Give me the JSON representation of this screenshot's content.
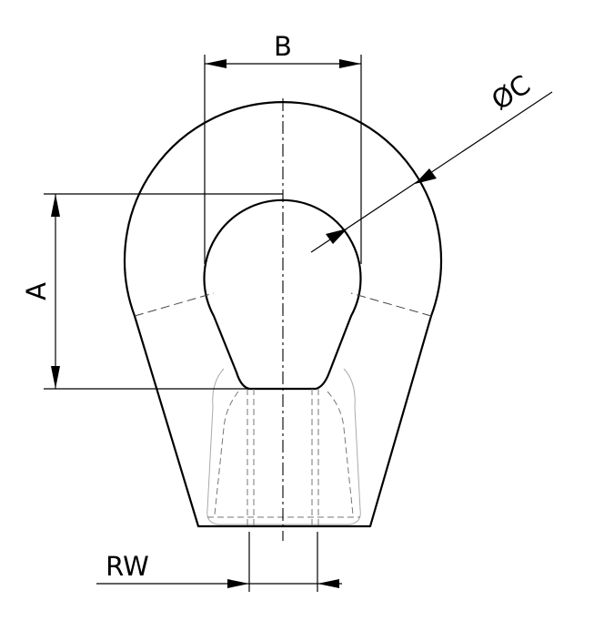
{
  "diagram": {
    "labels": {
      "a": "A",
      "b": "B",
      "c": "ØC",
      "rw": "RW"
    }
  }
}
